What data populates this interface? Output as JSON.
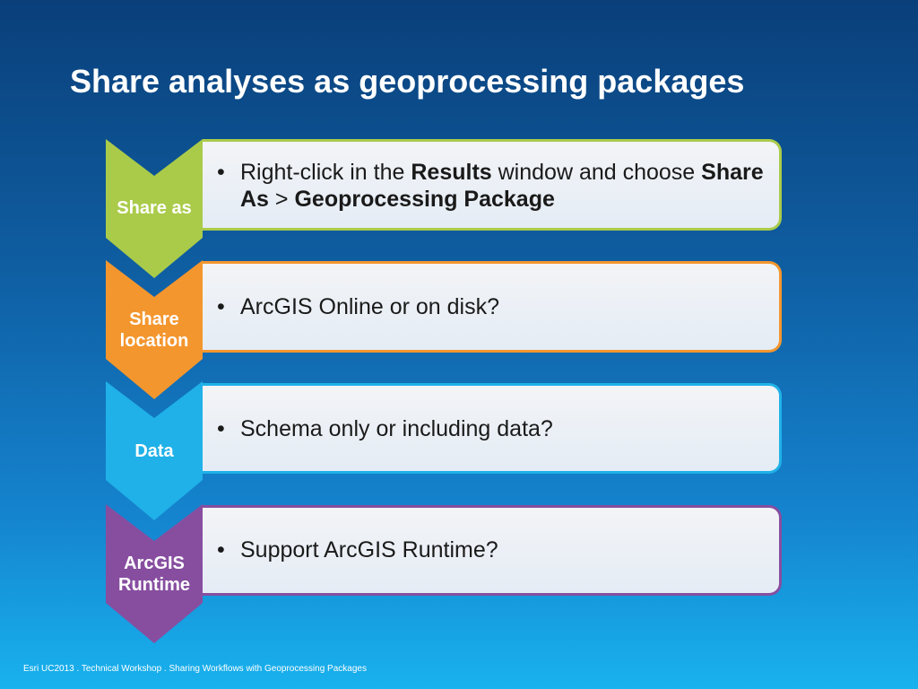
{
  "slide": {
    "title": "Share analyses as geoprocessing packages",
    "footer": "Esri UC2013 . Technical Workshop . Sharing Workflows with Geoprocessing Packages"
  },
  "colors": {
    "green": "#aacb4a",
    "orange": "#f4962e",
    "blue": "#1fb1e8",
    "purple": "#874ea0"
  },
  "steps": [
    {
      "label_lines": [
        "Share as"
      ],
      "color": "#aacb4a",
      "bullet": {
        "part1": "Right-click in the ",
        "bold1": "Results",
        "part2": " window and choose ",
        "bold2": "Share As",
        "part3": " > ",
        "bold3": "Geoprocessing Package"
      }
    },
    {
      "label_lines": [
        "Share",
        "location"
      ],
      "color": "#f4962e",
      "bullet": {
        "text": "ArcGIS Online or on disk?"
      }
    },
    {
      "label_lines": [
        "Data"
      ],
      "color": "#1fb1e8",
      "bullet": {
        "text": "Schema only or including data?"
      }
    },
    {
      "label_lines": [
        "ArcGIS",
        "Runtime"
      ],
      "color": "#874ea0",
      "bullet": {
        "text": "Support ArcGIS Runtime?"
      }
    }
  ]
}
